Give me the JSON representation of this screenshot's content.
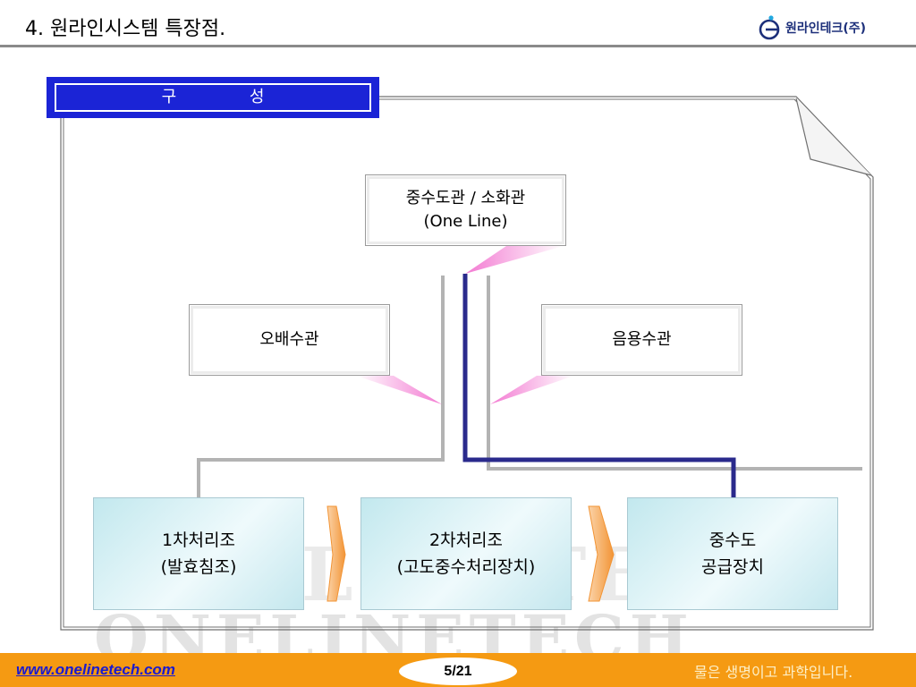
{
  "header": {
    "title": "4. 원라인시스템 특장점.",
    "logo_text": "원라인테크(주)"
  },
  "banner": {
    "label": "구 성"
  },
  "diagram": {
    "top_node": {
      "line1": "중수도관 / 소화관",
      "line2": "(One Line)"
    },
    "left_node": {
      "label": "오배수관"
    },
    "right_node": {
      "label": "음용수관"
    },
    "process_1": {
      "line1": "1차처리조",
      "line2": "(발효침조)"
    },
    "process_2": {
      "line1": "2차처리조",
      "line2": "(고도중수처리장치)"
    },
    "process_3": {
      "line1": "중수도",
      "line2": "공급장치"
    },
    "watermark": "ONELINETECH"
  },
  "footer": {
    "url": "www.onelinetech.com",
    "page": "5/21",
    "slogan": "물은 생명이고 과학입니다."
  },
  "colors": {
    "banner": "#1b24d6",
    "footer": "#f59a12",
    "pipe_blue": "#2a2a8c",
    "pipe_gray": "#b3b3b3",
    "callout_pink": "#f37ad2",
    "arrow_orange": "#f6a04a"
  }
}
